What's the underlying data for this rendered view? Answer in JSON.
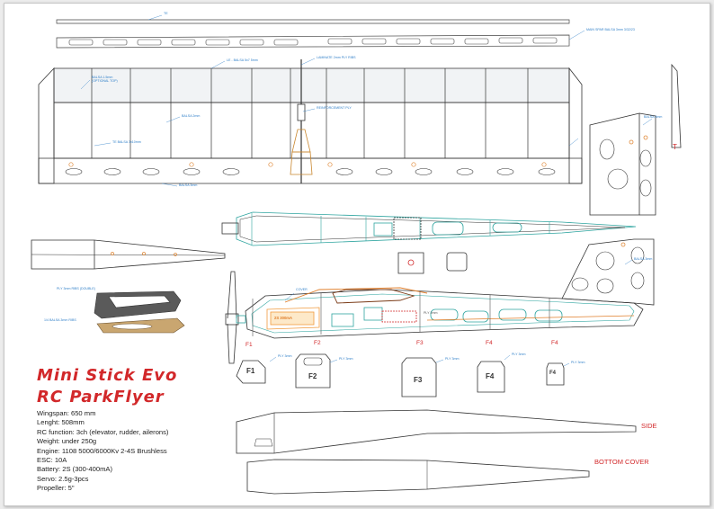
{
  "title": {
    "line1": "Mini Stick Evo",
    "line2": "RC ParkFlyer"
  },
  "specs": [
    "Wingspan: 650 mm",
    "Lenght: 508mm",
    "RC function: 3ch (elevator, rudder, ailerons)",
    "Weight: under 250g",
    "Engine: 1108 5000/6000Kv 2-4S Brushless",
    "ESC: 10A",
    "Battery: 2S (300-400mA)",
    "Servo: 2.5g-3pcs",
    "Propeller: 5\""
  ],
  "labels": {
    "side": "SIDE",
    "bottom_cover": "BOTTOM COVER",
    "tail": "T"
  },
  "formers_side": [
    "F1",
    "F2",
    "F3",
    "F4",
    "F4"
  ],
  "formers_parts": [
    "F1",
    "F2",
    "F3",
    "F4",
    "F4"
  ],
  "notes": {
    "trailing_edge": "TE",
    "main_spar": "MAIN SPAR BALSA 3mm 3/32/23",
    "le_balsa": "LE - BALSA 5x7 5mm",
    "laminate_ply": "LAMINATE 2mm PLY RIBS",
    "balsa_skin": "BALSA 1.5mm (OPTIONAL TOP)",
    "wing_rib": "BALSA 2mm",
    "reinforcement": "REINFORCEMENT PLY",
    "balsa_te": "TE BALSA 3x10mm",
    "balsa_3": "BALSA 3mm",
    "rudder_balsa": "BALSA 3mm",
    "stab_balsa": "BALSA 3mm",
    "cover": "COVER",
    "ply_side": "PLY 3mm RIBS (DOUBLE)",
    "balsa_side": "1/4 BALSA 3mm RIBS",
    "ply_f1": "PLY 3mm",
    "ply_f2": "PLY 3mm",
    "ply_f3": "PLY 3mm",
    "ply_f4a": "PLY 3mm",
    "ply_f4b": "PLY 3mm",
    "battery": "2S 300mA",
    "ply_tag": "PLY 2mm"
  },
  "colors": {
    "accent": "#d2282a",
    "line": "#333333",
    "fuselage_top": "#2fa5a0",
    "cover": "#f09a3e",
    "former": "#5a5a5a",
    "balsa": "#b5915e",
    "notes": "#2f7fc8",
    "hatch": "#7a3a16"
  }
}
